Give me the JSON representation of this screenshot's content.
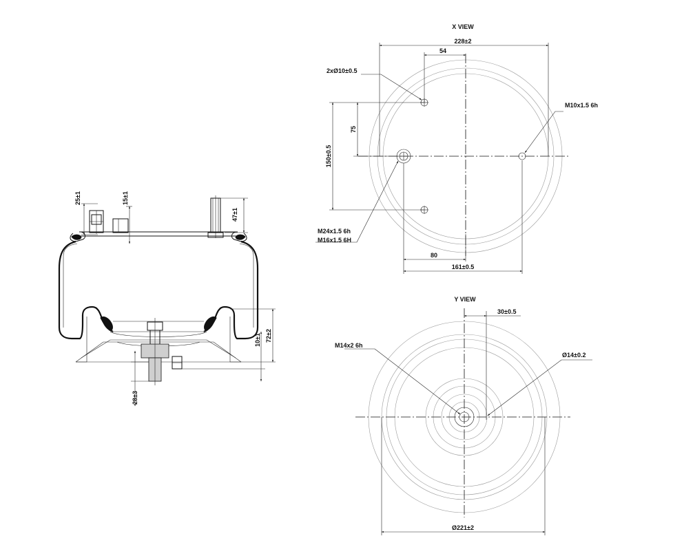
{
  "x_view": {
    "title": "X VIEW",
    "dim_overall": "228±2",
    "dim_54": "54",
    "dim_holes": "2xØ10±0.5",
    "dim_thread_m10": "M10x1.5 6h",
    "dim_75": "75",
    "dim_150": "150±0.5",
    "dim_m24": "M24x1.5 6h",
    "dim_m16": "M16x1.5 6H",
    "dim_80": "80",
    "dim_161": "161±0.5"
  },
  "y_view": {
    "title": "Y VIEW",
    "dim_30": "30±0.5",
    "dim_m14": "M14x2 6h",
    "dim_hole14": "Ø14±0.2",
    "dim_diameter": "Ø221±2"
  },
  "side_view": {
    "dim_25": "25±1",
    "dim_15": "15±1",
    "dim_47": "47±1",
    "dim_10": "10±1",
    "dim_72": "72±2",
    "dim_28": "28±3"
  }
}
